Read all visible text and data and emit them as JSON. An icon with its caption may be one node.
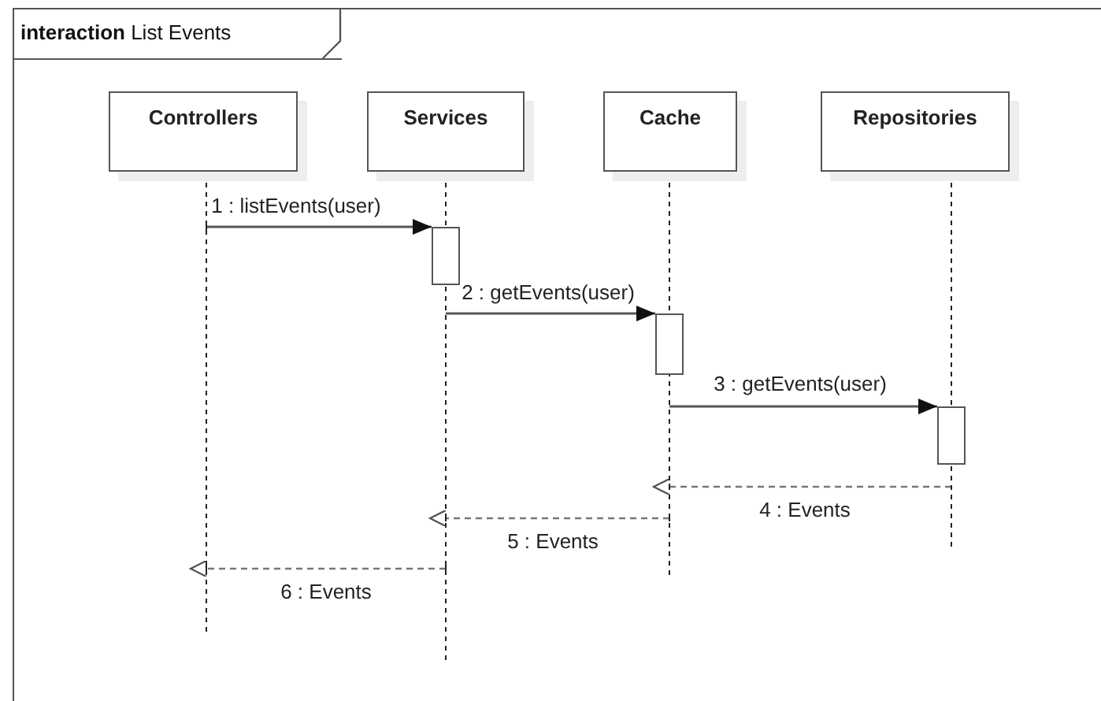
{
  "diagram": {
    "nodes": [
      {
        "text": [
          "**interaction** List Events"
        ]
      },
      {
        "text": [
          "Controllers"
        ],
        "in": 0
      },
      {
        "text": [
          "Services"
        ],
        "in": 0
      },
      {
        "text": [
          "Cache"
        ],
        "in": 0
      },
      {
        "text": [
          "Repositories"
        ],
        "in": 0
      },
      {
        "text": [],
        "shape": "bar",
        "in": 2
      },
      {
        "text": [],
        "shape": "bar",
        "in": 3
      },
      {
        "text": [],
        "shape": "bar",
        "in": 4
      }
    ],
    "edges": [
      {
        "from": 1,
        "to": 5,
        "arrow": "to",
        "label": "1 : listEvents(user)"
      },
      {
        "from": 5,
        "to": 6,
        "arrow": "to",
        "label": "2 : getEvents(user)"
      },
      {
        "from": 6,
        "to": 7,
        "arrow": "to",
        "label": "3 : getEvents(user)"
      },
      {
        "from": 7,
        "to": 3,
        "arrow": "to",
        "label": "4 : Events",
        "style": "dashed"
      },
      {
        "from": 3,
        "to": 2,
        "arrow": "to",
        "label": "5 : Events",
        "style": "dashed"
      },
      {
        "from": 2,
        "to": 1,
        "arrow": "to",
        "label": "6 : Events",
        "style": "dashed"
      }
    ]
  }
}
